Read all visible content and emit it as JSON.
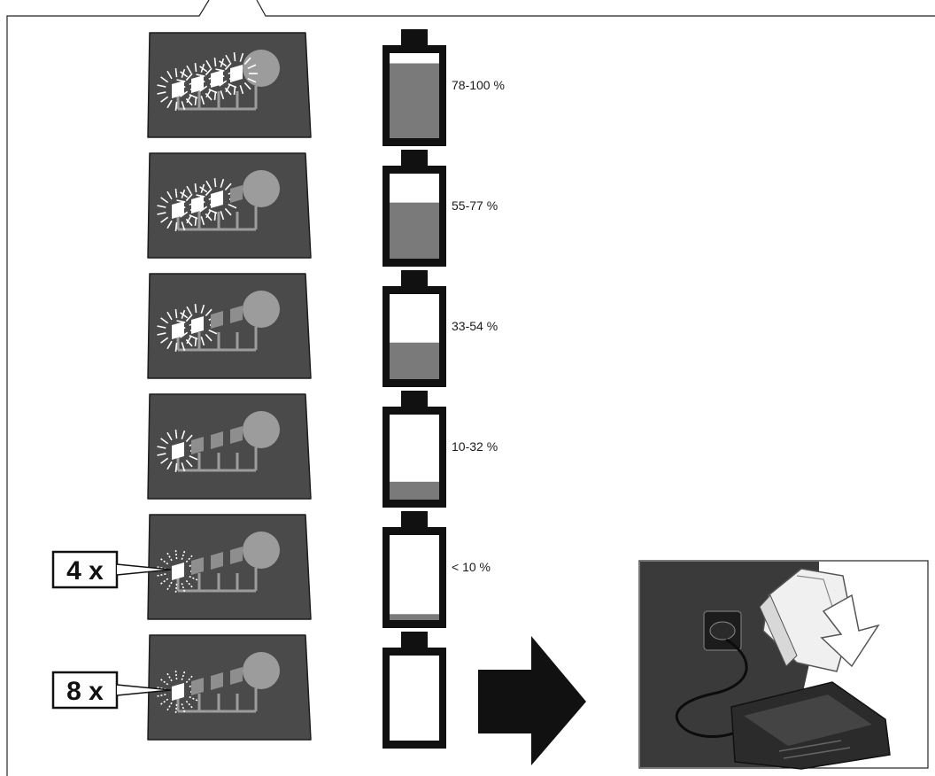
{
  "diagram": {
    "colors": {
      "panel": "#4a4a4a",
      "panel_border": "#1c1c1c",
      "led_lit": "#ffffff",
      "led_dim": "#8e8e8e",
      "trace": "#9c9c9c",
      "battery_outline": "#111111",
      "battery_fill": "#7a7a7a",
      "arrow": "#111111"
    },
    "icons": [
      "led-panel-icon",
      "battery-icon",
      "right-arrow-icon",
      "charger-photo-icon"
    ],
    "rows": [
      {
        "leds_lit": 4,
        "level": 0.88,
        "range_label": "78-100 %",
        "blink": "",
        "blink_label": ""
      },
      {
        "leds_lit": 3,
        "level": 0.66,
        "range_label": "55-77 %",
        "blink": "",
        "blink_label": ""
      },
      {
        "leds_lit": 2,
        "level": 0.43,
        "range_label": "33-54 %",
        "blink": "",
        "blink_label": ""
      },
      {
        "leds_lit": 1,
        "level": 0.21,
        "range_label": "10-32 %",
        "blink": "",
        "blink_label": ""
      },
      {
        "leds_lit": 1,
        "level": 0.07,
        "range_label": "< 10 %",
        "blink": "dashed",
        "blink_label": "4 x"
      },
      {
        "leds_lit": 1,
        "level": 0.0,
        "range_label": "",
        "blink": "dashed",
        "blink_label": "8 x"
      }
    ]
  }
}
